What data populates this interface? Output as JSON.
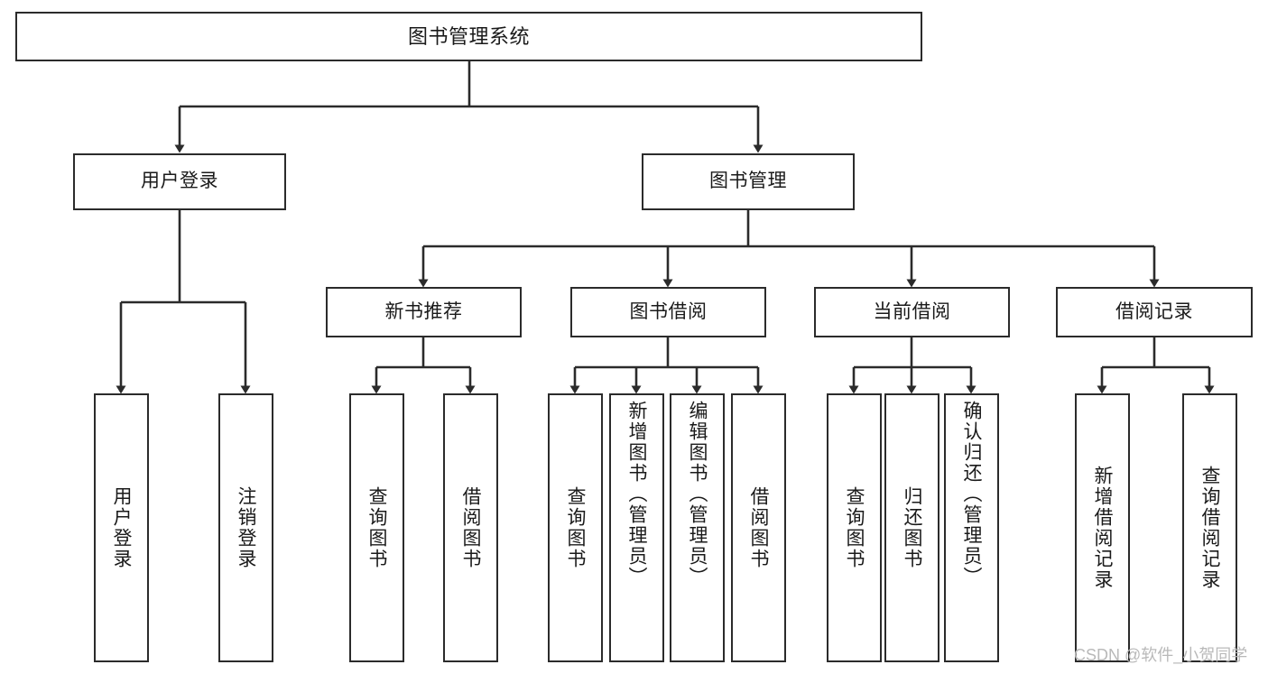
{
  "diagram": {
    "title": "图书管理系统",
    "type": "tree-hierarchy-diagram",
    "colors": {
      "box_border": "#2b2b2b",
      "box_fill": "#ffffff",
      "edge": "#2b2b2b",
      "text": "#1a1a1a",
      "watermark": "#b9b9b9",
      "background": "#ffffff"
    },
    "root": {
      "label": "图书管理系统"
    },
    "level2": [
      {
        "label": "用户登录"
      },
      {
        "label": "图书管理"
      }
    ],
    "level3": [
      {
        "label": "新书推荐"
      },
      {
        "label": "图书借阅"
      },
      {
        "label": "当前借阅"
      },
      {
        "label": "借阅记录"
      }
    ],
    "leaves": {
      "user_login": [
        {
          "label": "用户登录"
        },
        {
          "label": "注销登录"
        }
      ],
      "new_book_recommend": [
        {
          "label": "查询图书"
        },
        {
          "label": "借阅图书"
        }
      ],
      "book_borrow": [
        {
          "label": "查询图书"
        },
        {
          "label": "新增图书（管理员）"
        },
        {
          "label": "编辑图书（管理员）"
        },
        {
          "label": "借阅图书"
        }
      ],
      "current_borrow": [
        {
          "label": "查询图书"
        },
        {
          "label": "归还图书"
        },
        {
          "label": "确认归还（管理员）"
        }
      ],
      "borrow_record": [
        {
          "label": "新增借阅记录"
        },
        {
          "label": "查询借阅记录"
        }
      ]
    },
    "watermark": "CSDN @软件_小贺同学"
  }
}
